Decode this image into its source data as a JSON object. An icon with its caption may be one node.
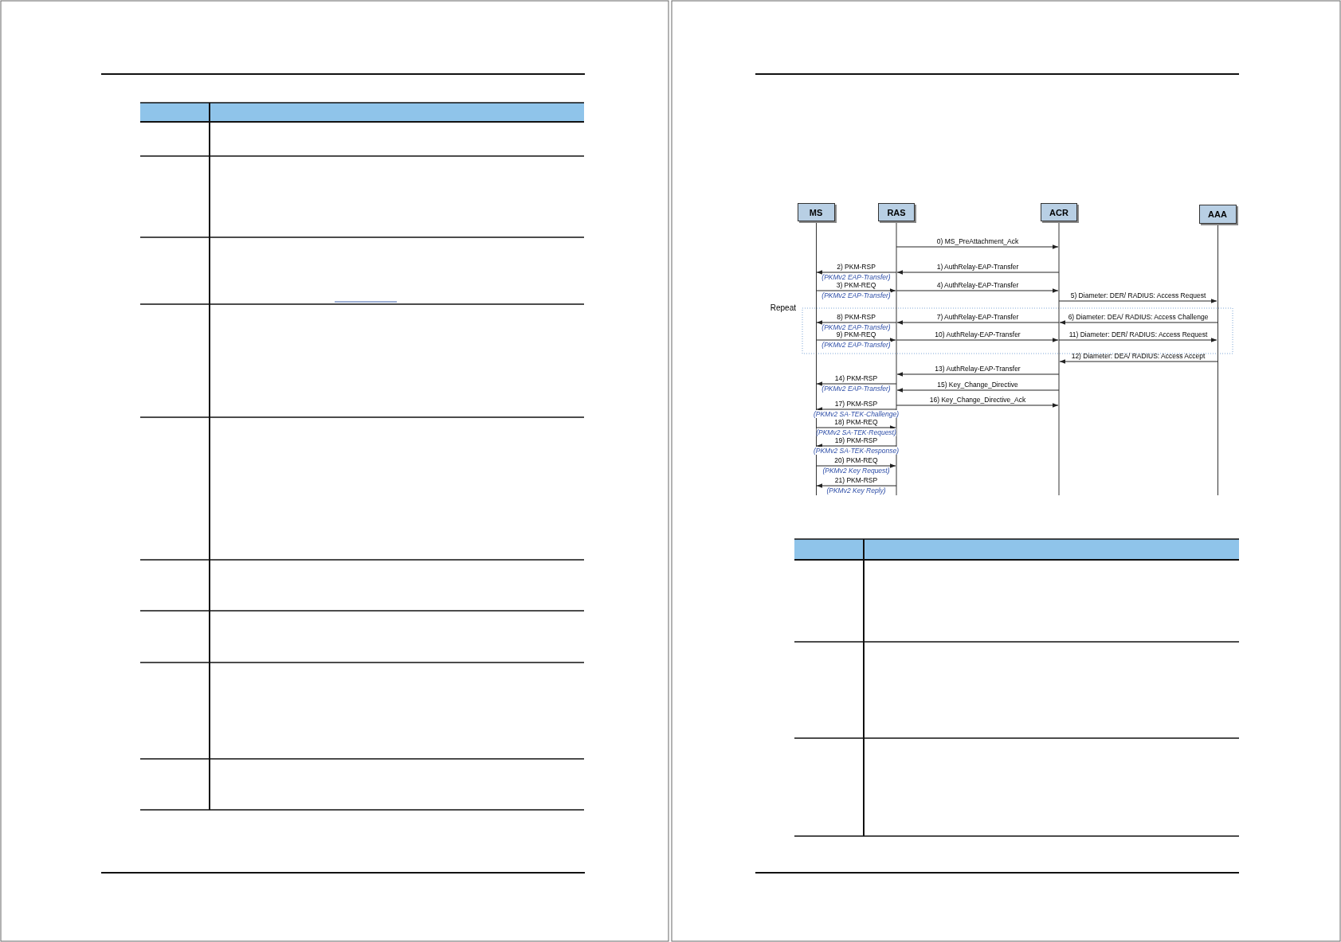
{
  "diagram": {
    "nodes": [
      {
        "text": [
          "MS"
        ]
      },
      {
        "text": [
          "RAS"
        ]
      },
      {
        "text": [
          "ACR"
        ]
      },
      {
        "text": [
          "AAA"
        ]
      }
    ],
    "labels": [
      "Repeat"
    ],
    "edges": [
      {
        "from": 1,
        "to": 2,
        "arrow": "to",
        "label": "0) MS_PreAttachment_Ack"
      },
      {
        "from": 2,
        "to": 1,
        "arrow": "to",
        "label": "1) AuthRelay-EAP-Transfer"
      },
      {
        "from": 1,
        "to": 0,
        "arrow": "to",
        "label": "2) PKM-RSP *(PKMv2 EAP-Transfer)*"
      },
      {
        "from": 0,
        "to": 1,
        "arrow": "to",
        "label": "3) PKM-REQ *(PKMv2 EAP-Transfer)*"
      },
      {
        "from": 1,
        "to": 2,
        "arrow": "to",
        "label": "4) AuthRelay-EAP-Transfer"
      },
      {
        "from": 2,
        "to": 3,
        "arrow": "to",
        "label": "5) Diameter: DER/ RADIUS: Access Request"
      },
      {
        "from": 3,
        "to": 2,
        "arrow": "to",
        "label": "6) Diameter: DEA/ RADIUS: Access Challenge"
      },
      {
        "from": 2,
        "to": 1,
        "arrow": "to",
        "label": "7) AuthRelay-EAP-Transfer"
      },
      {
        "from": 1,
        "to": 0,
        "arrow": "to",
        "label": "8) PKM-RSP *(PKMv2 EAP-Transfer)*"
      },
      {
        "from": 0,
        "to": 1,
        "arrow": "to",
        "label": "9) PKM-REQ *(PKMv2 EAP-Transfer)*"
      },
      {
        "from": 1,
        "to": 2,
        "arrow": "to",
        "label": "10) AuthRelay-EAP-Transfer"
      },
      {
        "from": 2,
        "to": 3,
        "arrow": "to",
        "label": "11) Diameter: DER/ RADIUS: Access Request"
      },
      {
        "from": 3,
        "to": 2,
        "arrow": "to",
        "label": "12) Diameter: DEA/ RADIUS: Access Accept"
      },
      {
        "from": 2,
        "to": 1,
        "arrow": "to",
        "label": "13) AuthRelay-EAP-Transfer"
      },
      {
        "from": 1,
        "to": 0,
        "arrow": "to",
        "label": "14) PKM-RSP *(PKMv2 EAP-Transfer)*"
      },
      {
        "from": 2,
        "to": 1,
        "arrow": "to",
        "label": "15) Key_Change_Directive"
      },
      {
        "from": 1,
        "to": 2,
        "arrow": "to",
        "label": "16) Key_Change_Directive_Ack"
      },
      {
        "from": 1,
        "to": 0,
        "arrow": "to",
        "label": "17) PKM-RSP *(PKMv2 SA-TEK-Challenge)*"
      },
      {
        "from": 0,
        "to": 1,
        "arrow": "to",
        "label": "18) PKM-REQ *(PKMv2 SA-TEK-Request)*"
      },
      {
        "from": 1,
        "to": 0,
        "arrow": "to",
        "label": "19) PKM-RSP *(PKMv2 SA-TEK-Response)*"
      },
      {
        "from": 0,
        "to": 1,
        "arrow": "to",
        "label": "20) PKM-REQ *(PKMv2 Key Request)*"
      },
      {
        "from": 1,
        "to": 0,
        "arrow": "to",
        "label": "21) PKM-RSP *(PKMv2 Key Reply)*"
      }
    ]
  }
}
